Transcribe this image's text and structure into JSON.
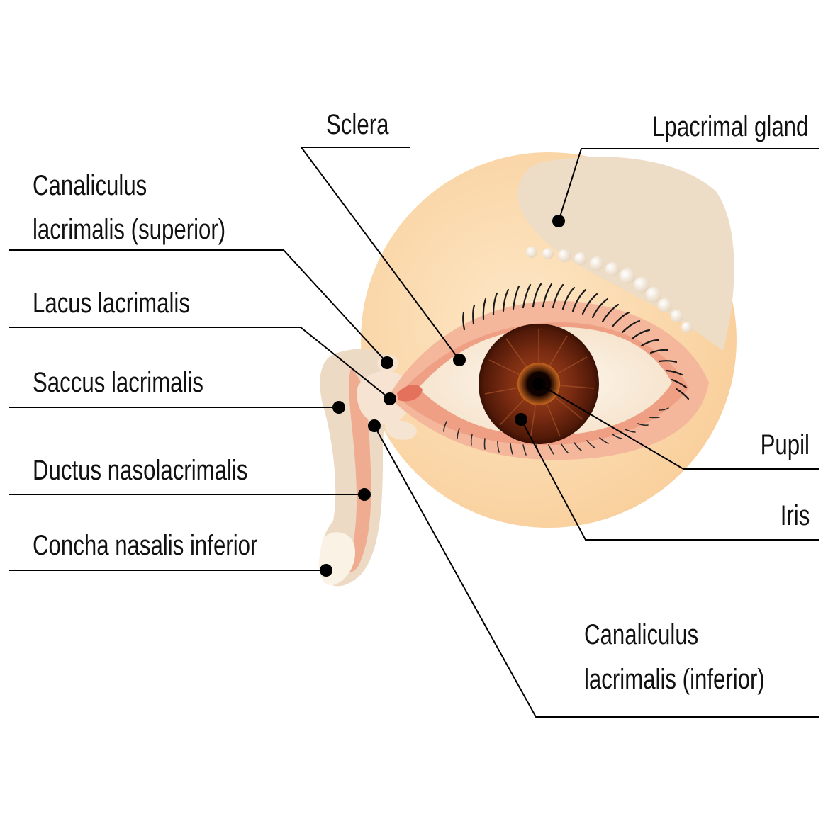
{
  "labels": {
    "sclera": "Sclera",
    "lacrimal_gland": "Lpacrimal gland",
    "canaliculus_superior_line1": "Canaliculus",
    "canaliculus_superior_line2": "lacrimalis (superior)",
    "lacus": "Lacus lacrimalis",
    "saccus": "Saccus lacrimalis",
    "ductus": "Ductus nasolacrimalis",
    "concha": "Concha nasalis inferior",
    "pupil": "Pupil",
    "iris": "Iris",
    "canaliculus_inferior_line1": "Canaliculus",
    "canaliculus_inferior_line2": "lacrimalis (inferior)"
  },
  "colors": {
    "skin": "#fbd9ac",
    "gland": "#eddcc6",
    "lid": "#f0a58a",
    "sclera": "#fbf0df",
    "iris": "#6e2410",
    "pupil": "#1a0600",
    "lash": "#1a1a1a",
    "leader": "#000000"
  }
}
